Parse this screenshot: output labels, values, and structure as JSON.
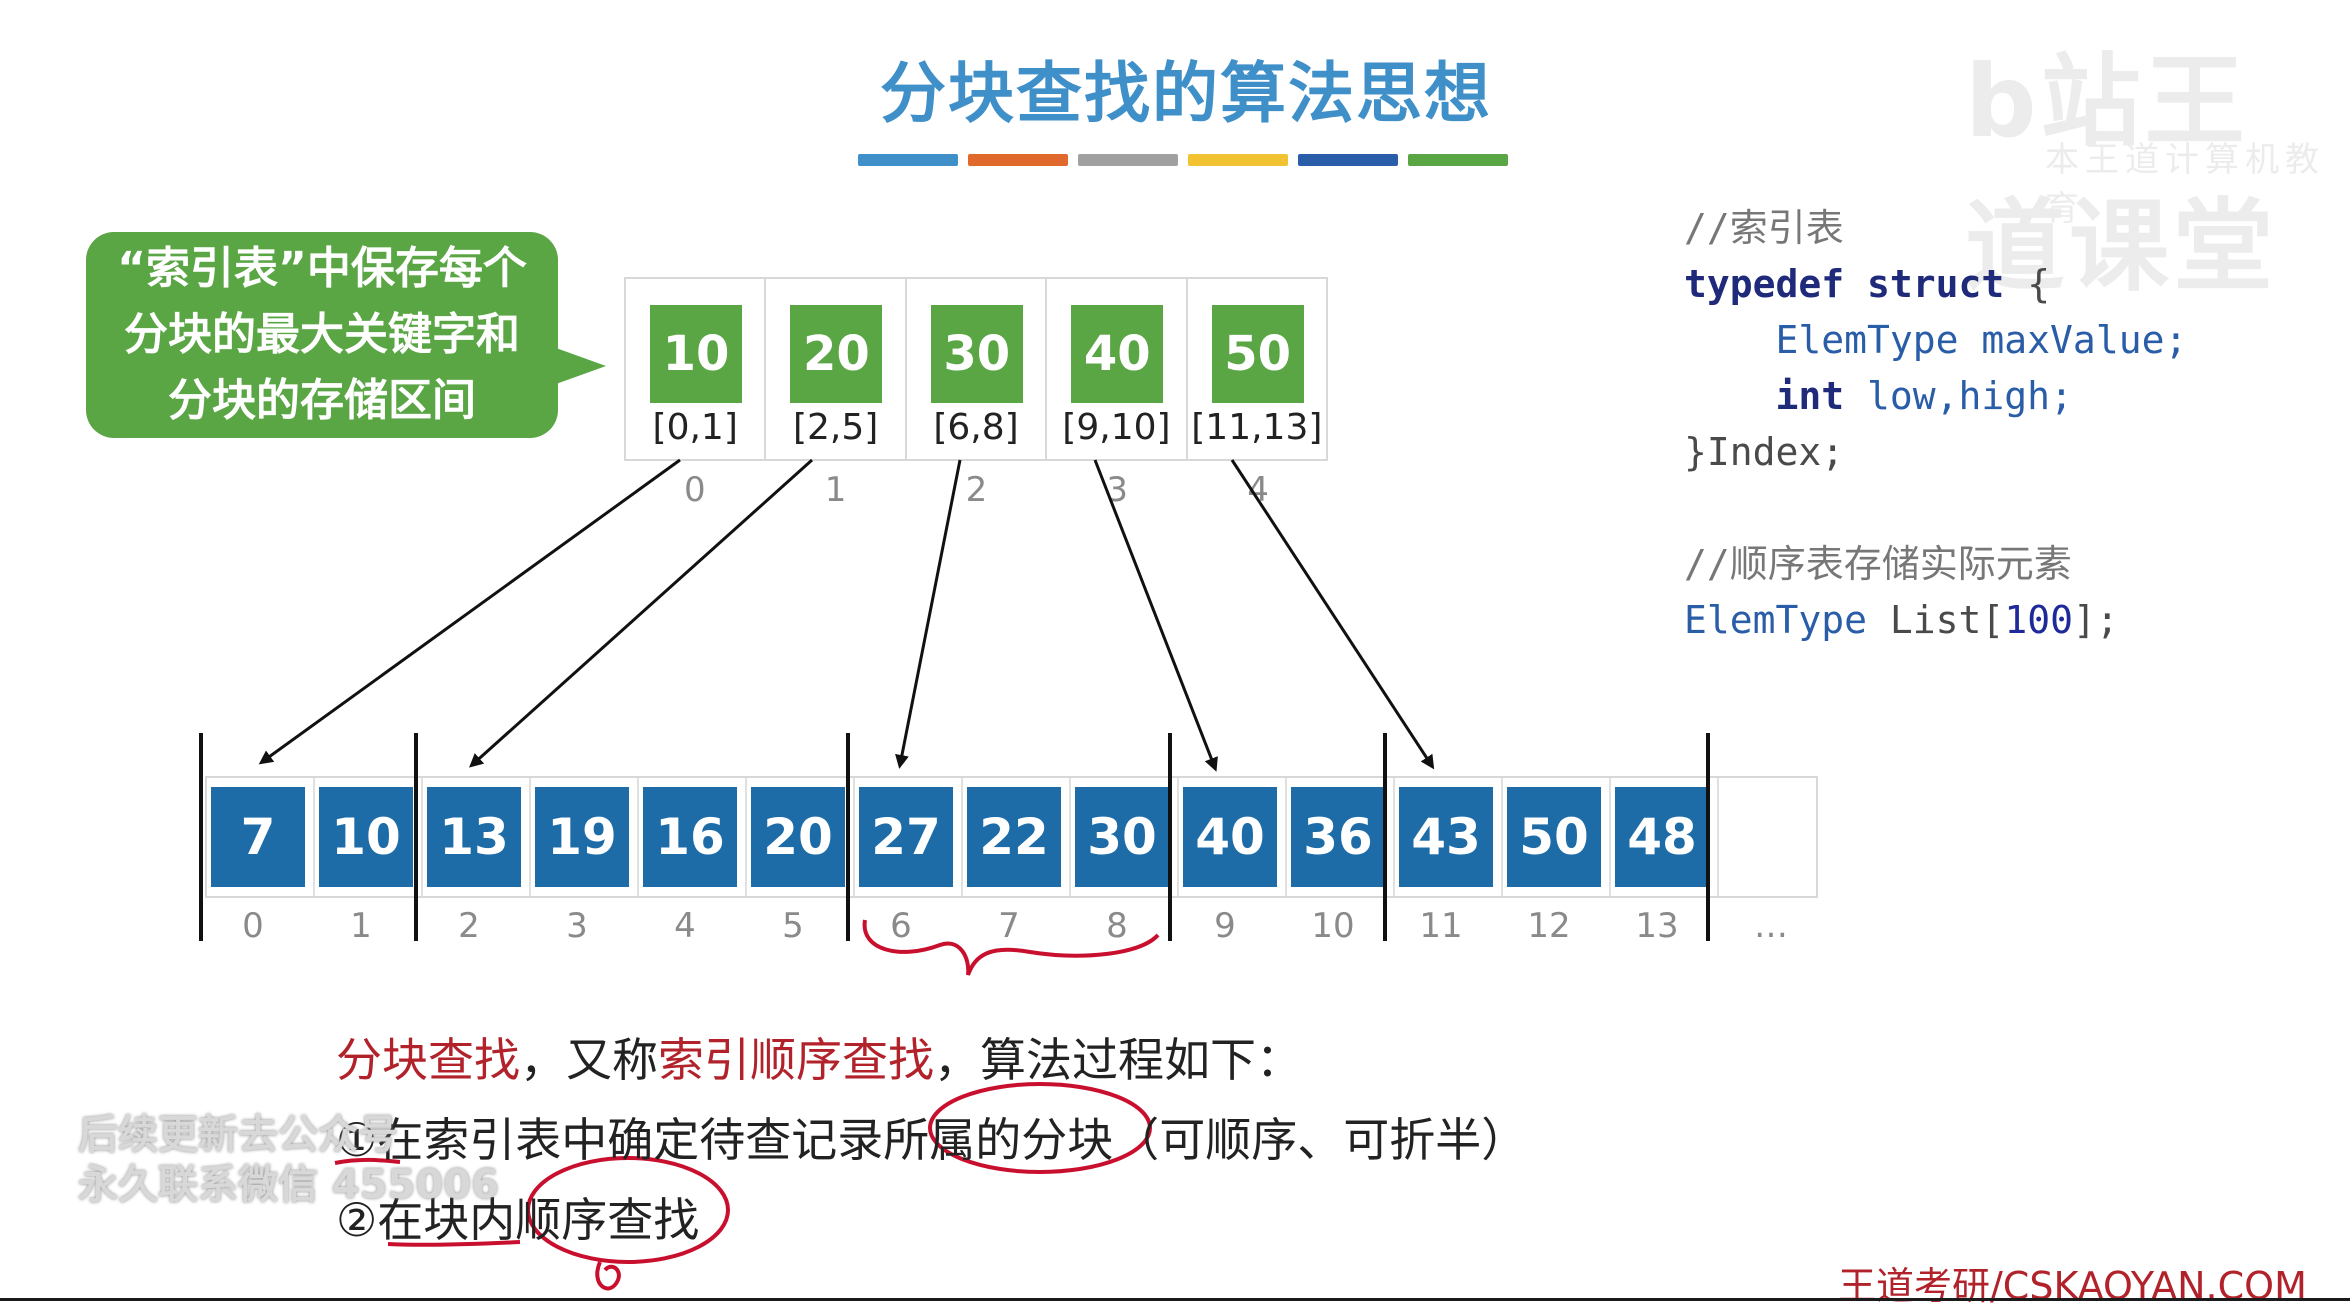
{
  "title": "分块查找的算法思想",
  "accent_colors": [
    "#3f8fc9",
    "#e06a2b",
    "#a0a0a0",
    "#f1c232",
    "#2a5ea8",
    "#5aa544"
  ],
  "watermark": {
    "main": "b站王道课堂",
    "sub": "本王道计算机教育"
  },
  "callout": {
    "lines": [
      "“索引表”中保存每个",
      "分块的最大关键字和",
      "分块的存储区间"
    ],
    "color": "#5aa544"
  },
  "index_table": [
    {
      "key": "10",
      "range": "[0,1]",
      "idx": "0"
    },
    {
      "key": "20",
      "range": "[2,5]",
      "idx": "1"
    },
    {
      "key": "30",
      "range": "[6,8]",
      "idx": "2"
    },
    {
      "key": "40",
      "range": "[9,10]",
      "idx": "3"
    },
    {
      "key": "50",
      "range": "[11,13]",
      "idx": "4"
    }
  ],
  "list": {
    "values": [
      "7",
      "10",
      "13",
      "19",
      "16",
      "20",
      "27",
      "22",
      "30",
      "40",
      "36",
      "43",
      "50",
      "48"
    ],
    "indices": [
      "0",
      "1",
      "2",
      "3",
      "4",
      "5",
      "6",
      "7",
      "8",
      "9",
      "10",
      "11",
      "12",
      "13"
    ],
    "ellipsis": "…",
    "color": "#1d6ca8"
  },
  "code": {
    "comment1": "//索引表",
    "kw_typedef": "typedef",
    "kw_struct": "struct",
    "brace_open": " {",
    "t_elemtype": "ElemType",
    "f_max": " maxValue;",
    "kw_int": "int",
    "f_low": " low,high;",
    "close": "}Index;",
    "comment2": "//顺序表存储实际元素",
    "t_elemtype2": "ElemType",
    "list_name": " List[",
    "list_size": "100",
    "list_end": "];"
  },
  "desc": {
    "line1_red1": "分块查找",
    "line1_mid": "，又称",
    "line1_red2": "索引顺序查找",
    "line1_end": "，算法过程如下：",
    "line2": "①在索引表中确定待查记录所属的分块（可顺序、可折半）",
    "line3": "②在块内顺序查找"
  },
  "footer": "王道考研/CSKAOYAN.COM",
  "overlay": {
    "line1": "后续更新去公众号",
    "line2": "永久联系微信 455006"
  }
}
